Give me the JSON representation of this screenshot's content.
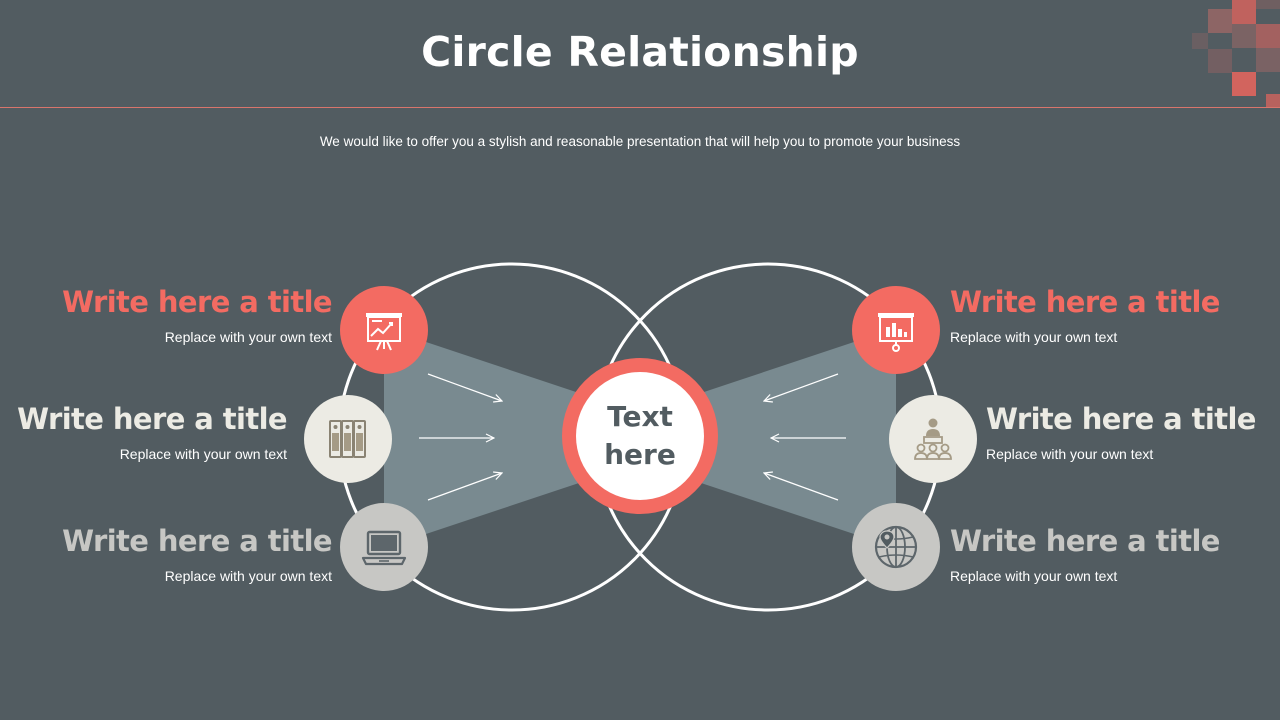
{
  "header": {
    "title": "Circle Relationship",
    "subtitle": "We would like to offer you a stylish and reasonable presentation that will help you to promote your business"
  },
  "colors": {
    "background": "#525c61",
    "accent": "#f36b62",
    "cream": "#ecebe4",
    "grey": "#c7c7c4",
    "beam": "#798a90",
    "white": "#ffffff"
  },
  "center": {
    "text": "Text\nhere"
  },
  "left_items": [
    {
      "title": "Write here a title",
      "text": "Replace with your own text",
      "icon": "presentation-chart-icon",
      "color": "#f36b62"
    },
    {
      "title": "Write here a title",
      "text": "Replace with your own text",
      "icon": "binders-icon",
      "color": "#ecebe4"
    },
    {
      "title": "Write here a title",
      "text": "Replace with your own text",
      "icon": "laptop-icon",
      "color": "#c7c7c4"
    }
  ],
  "right_items": [
    {
      "title": "Write here a title",
      "text": "Replace with your own text",
      "icon": "bar-chart-board-icon",
      "color": "#f36b62"
    },
    {
      "title": "Write here a title",
      "text": "Replace with your own text",
      "icon": "team-meeting-icon",
      "color": "#ecebe4"
    },
    {
      "title": "Write here a title",
      "text": "Replace with your own text",
      "icon": "globe-pin-icon",
      "color": "#c7c7c4"
    }
  ]
}
